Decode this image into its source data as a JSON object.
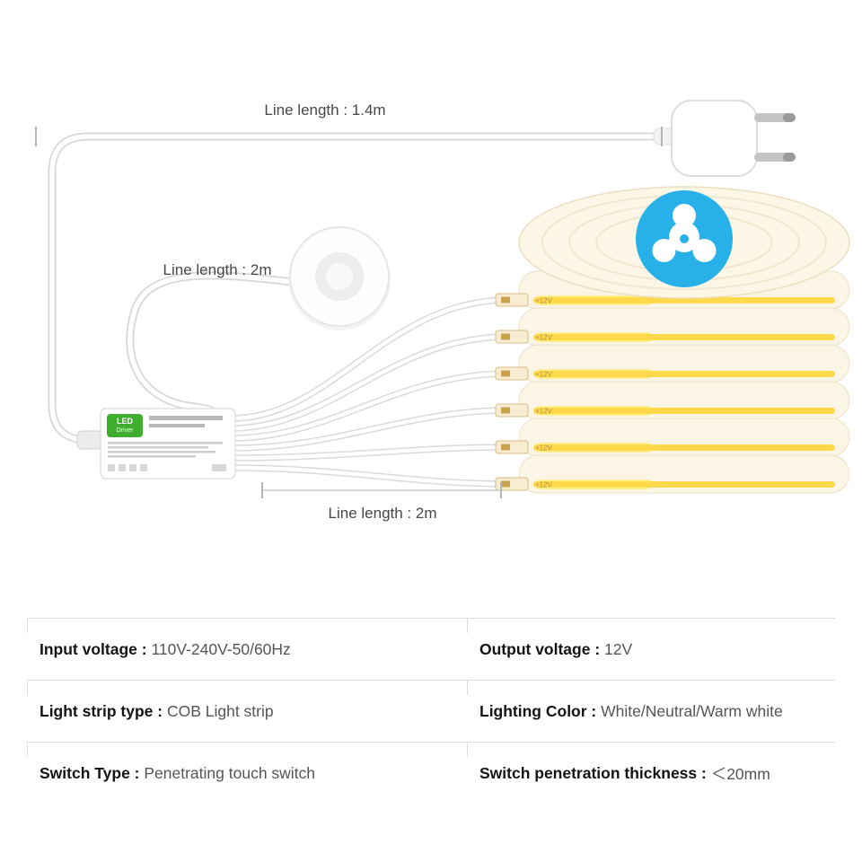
{
  "diagram": {
    "measure_top": {
      "label": "Line length : 1.4m"
    },
    "measure_switch": {
      "label": "Line length : 2m"
    },
    "measure_bottom": {
      "label": "Line length : 2m"
    },
    "driver": {
      "badge_top": "LED",
      "badge_bottom": "Driver"
    },
    "reels": {
      "count": 6,
      "connector_label": "+12V"
    },
    "colors": {
      "reel_core_blue": "#28b1e8",
      "strip_yellow": "#ffd94a",
      "driver_green": "#3fae2f"
    }
  },
  "specs": {
    "separator": " : ",
    "rows": [
      {
        "left": {
          "label": "Input voltage",
          "value": "110V-240V-50/60Hz"
        },
        "right": {
          "label": "Output voltage",
          "value": "12V"
        }
      },
      {
        "left": {
          "label": "Light strip type",
          "value": "COB Light strip"
        },
        "right": {
          "label": "Lighting Color",
          "value": "White/Neutral/Warm white"
        }
      },
      {
        "left": {
          "label": "Switch Type",
          "value": "Penetrating touch switch"
        },
        "right": {
          "label": "Switch penetration thickness",
          "value": "＜20mm"
        }
      }
    ]
  }
}
